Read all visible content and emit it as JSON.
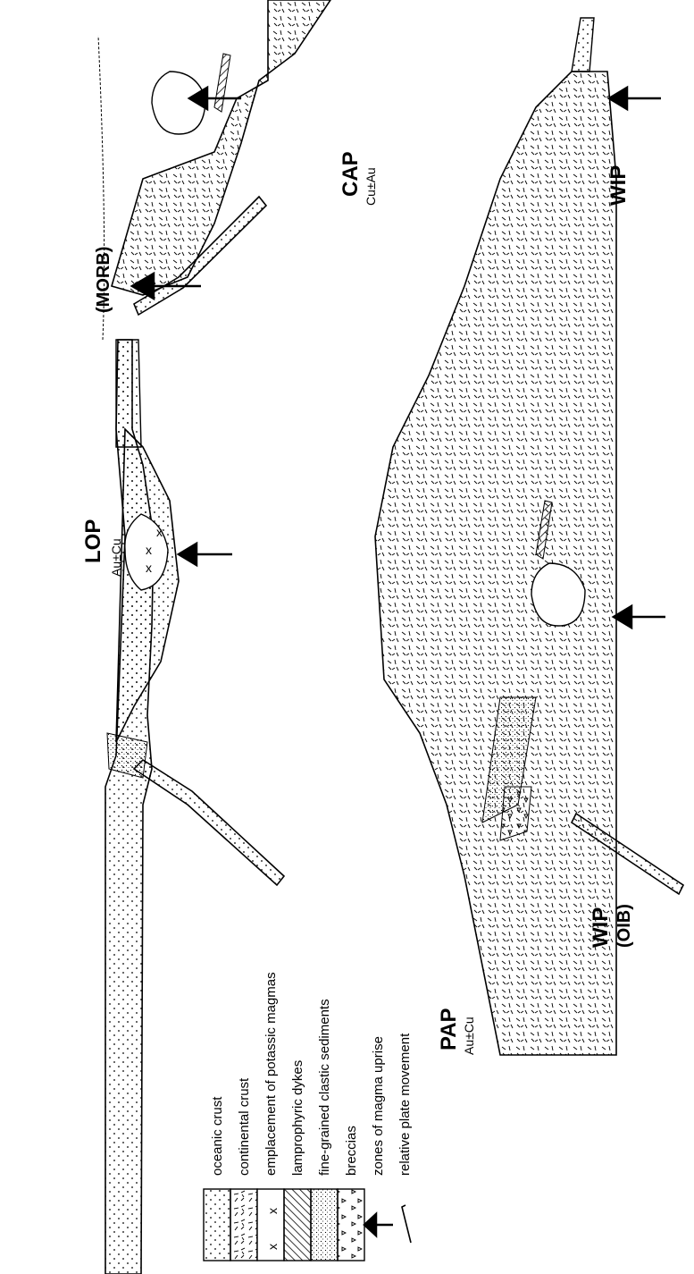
{
  "settings": {
    "LOP": {
      "name": "LOP",
      "mineral": "Au±Cu"
    },
    "MORB": {
      "name": "(MORB)"
    },
    "CAP": {
      "name": "CAP",
      "mineral": "Cu±Au"
    },
    "WIP_top": {
      "name": "WIP"
    },
    "PAP": {
      "name": "PAP",
      "mineral": "Au±Cu"
    },
    "WIP_bottom": {
      "name": "WIP",
      "sub": "(OIB)"
    }
  },
  "legend": [
    {
      "key": "oceanic-crust",
      "label": "oceanic crust"
    },
    {
      "key": "continental-crust",
      "label": "continental crust"
    },
    {
      "key": "potassic-magmas",
      "label": "emplacement of potassic magmas"
    },
    {
      "key": "lamprophyric-dykes",
      "label": "lamprophyric dykes"
    },
    {
      "key": "clastic-sediments",
      "label": "fine-grained clastic sediments"
    },
    {
      "key": "breccias",
      "label": "breccias"
    },
    {
      "key": "magma-uprise",
      "label": "zones of magma uprise"
    },
    {
      "key": "plate-movement",
      "label": "relative plate movement"
    }
  ],
  "colors": {
    "ink": "#000000",
    "paper": "#ffffff"
  }
}
